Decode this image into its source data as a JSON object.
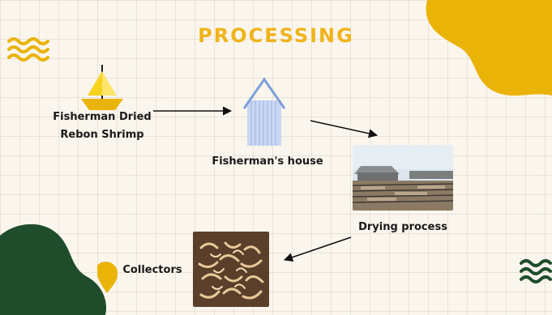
{
  "title": "PROCESSING",
  "colors": {
    "background": "#faf6ee",
    "accent_yellow": "#eab308",
    "title_yellow": "#f0b31a",
    "dark_green": "#1f4d2b",
    "house_blue": "#7d9fd8"
  },
  "nodes": {
    "fisherman": {
      "label_line1": "Fisherman Dried",
      "label_line2": "Rebon Shrimp",
      "icon": "sailboat-icon"
    },
    "house": {
      "label": "Fisherman's house",
      "icon": "house-icon"
    },
    "drying": {
      "label": "Drying process",
      "icon": "drying-racks-photo"
    },
    "collectors": {
      "label": "Collectors",
      "icon": "dried-shrimp-photo"
    }
  }
}
